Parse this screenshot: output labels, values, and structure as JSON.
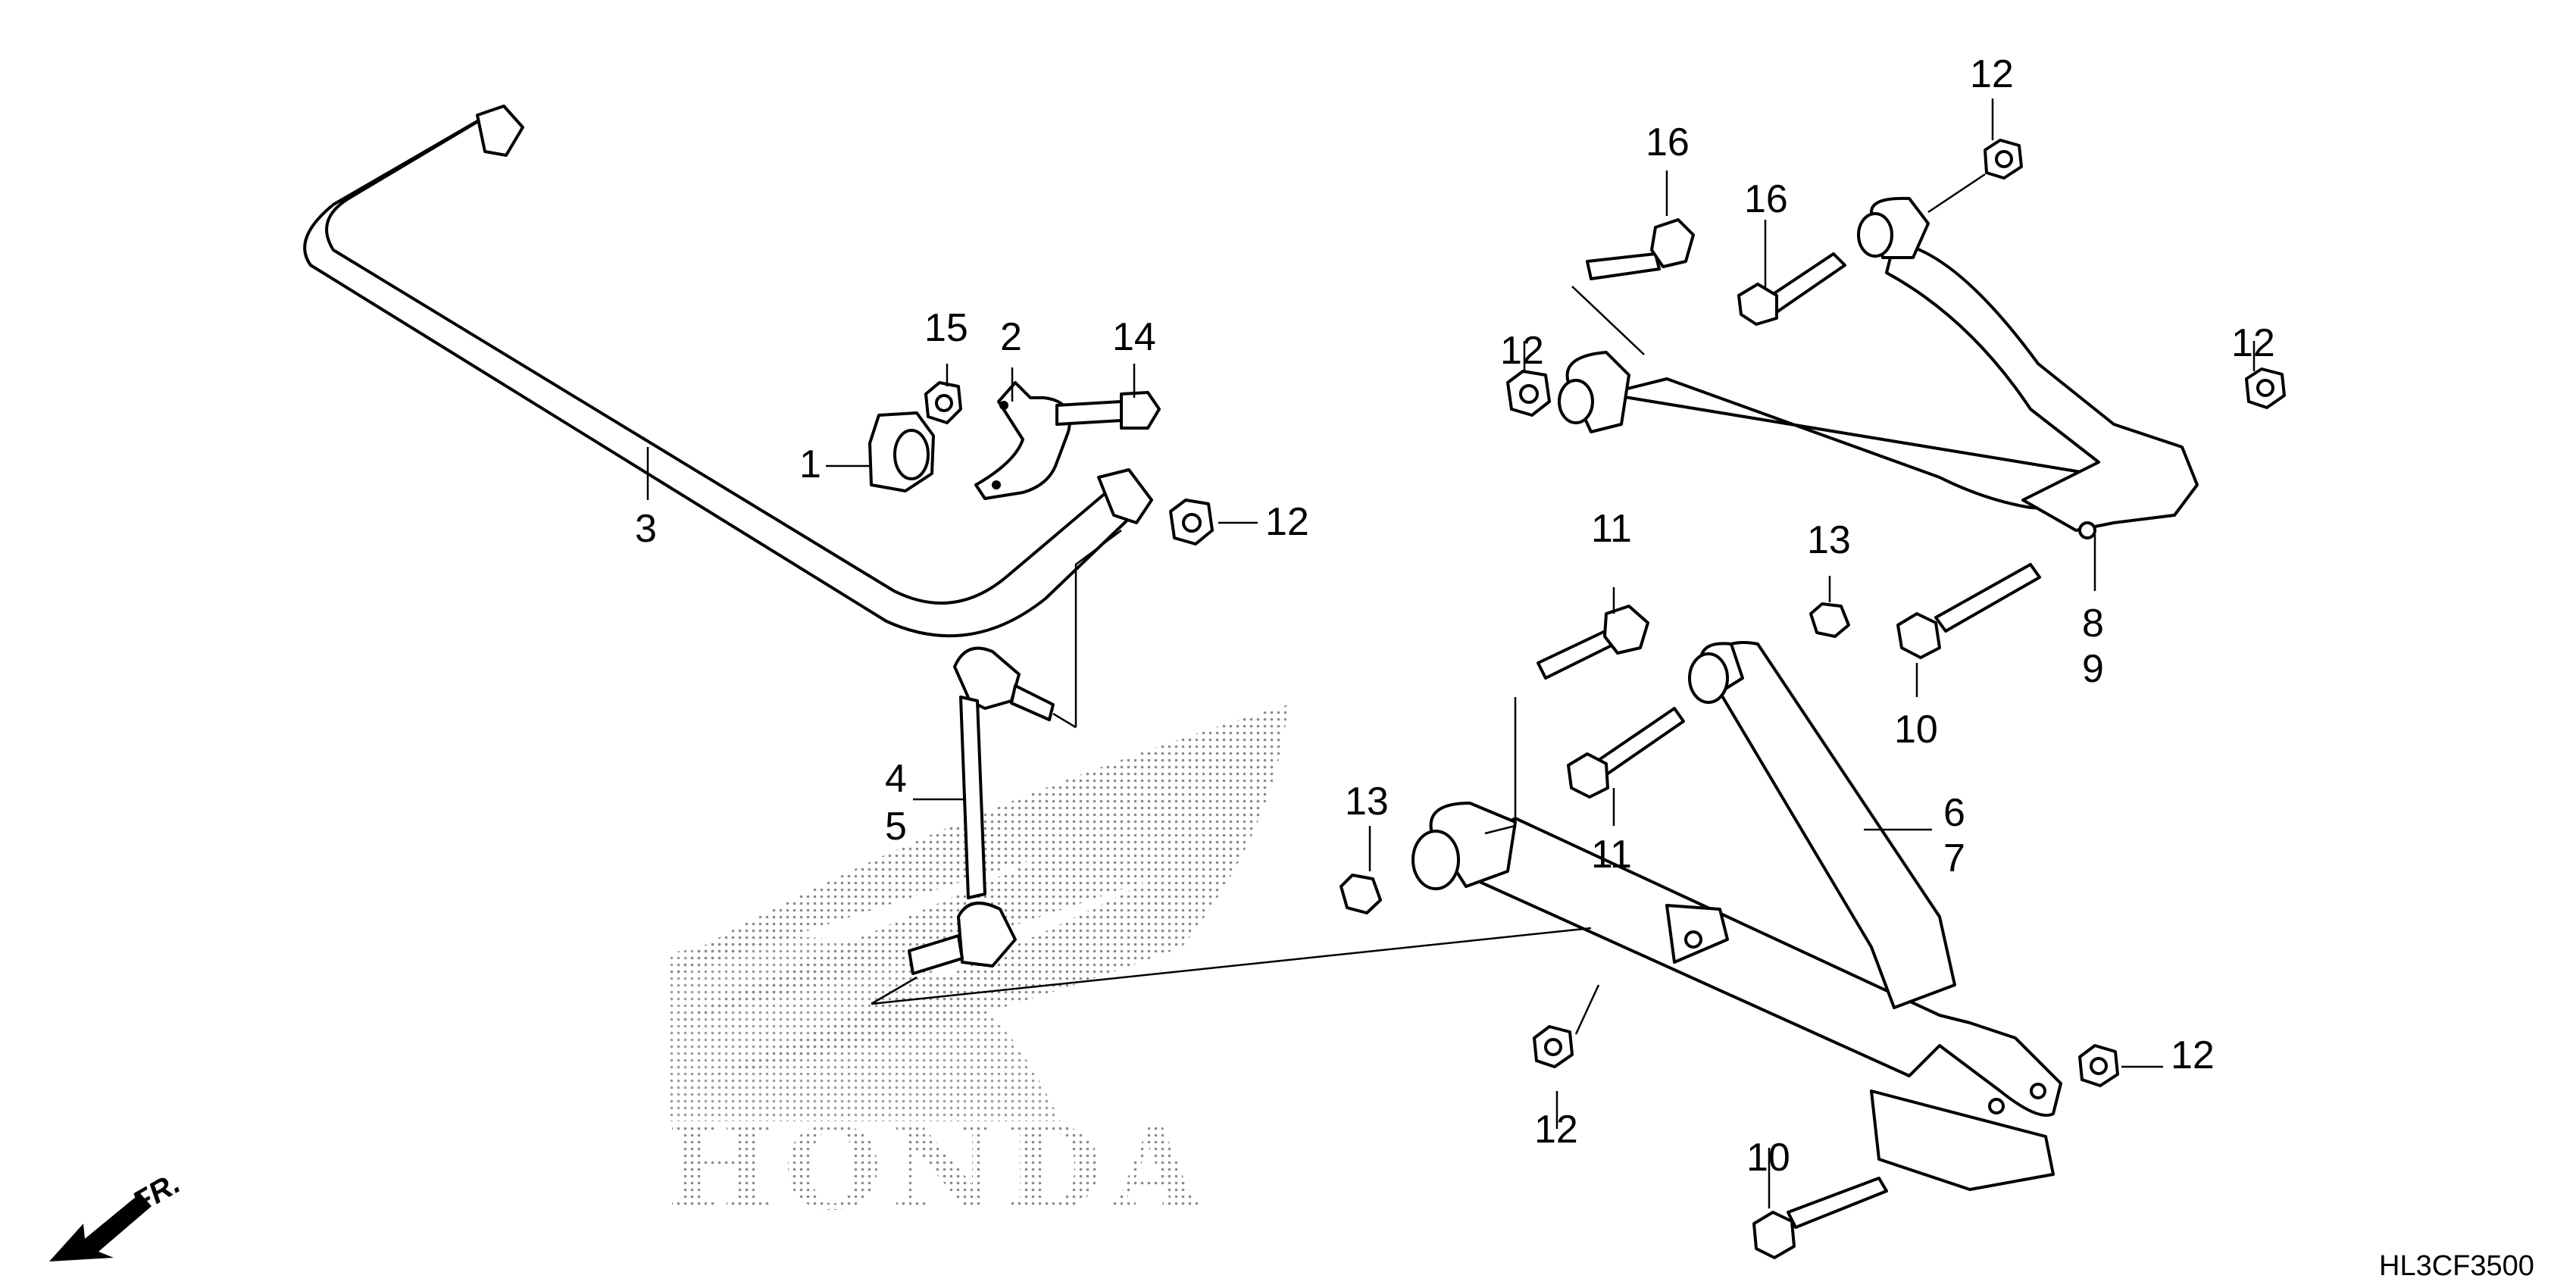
{
  "diagram_code": "HL3CF3500",
  "direction_label": "FR.",
  "watermark_text": "HONDA",
  "callouts": {
    "c1": "1",
    "c2": "2",
    "c3": "3",
    "c4": "4",
    "c5": "5",
    "c6": "6",
    "c7": "7",
    "c8": "8",
    "c9": "9",
    "c10a": "10",
    "c10b": "10",
    "c11a": "11",
    "c11b": "11",
    "c12a": "12",
    "c12b": "12",
    "c12c": "12",
    "c12d": "12",
    "c12e": "12",
    "c12f": "12",
    "c13a": "13",
    "c13b": "13",
    "c14": "14",
    "c15": "15",
    "c16a": "16",
    "c16b": "16"
  }
}
